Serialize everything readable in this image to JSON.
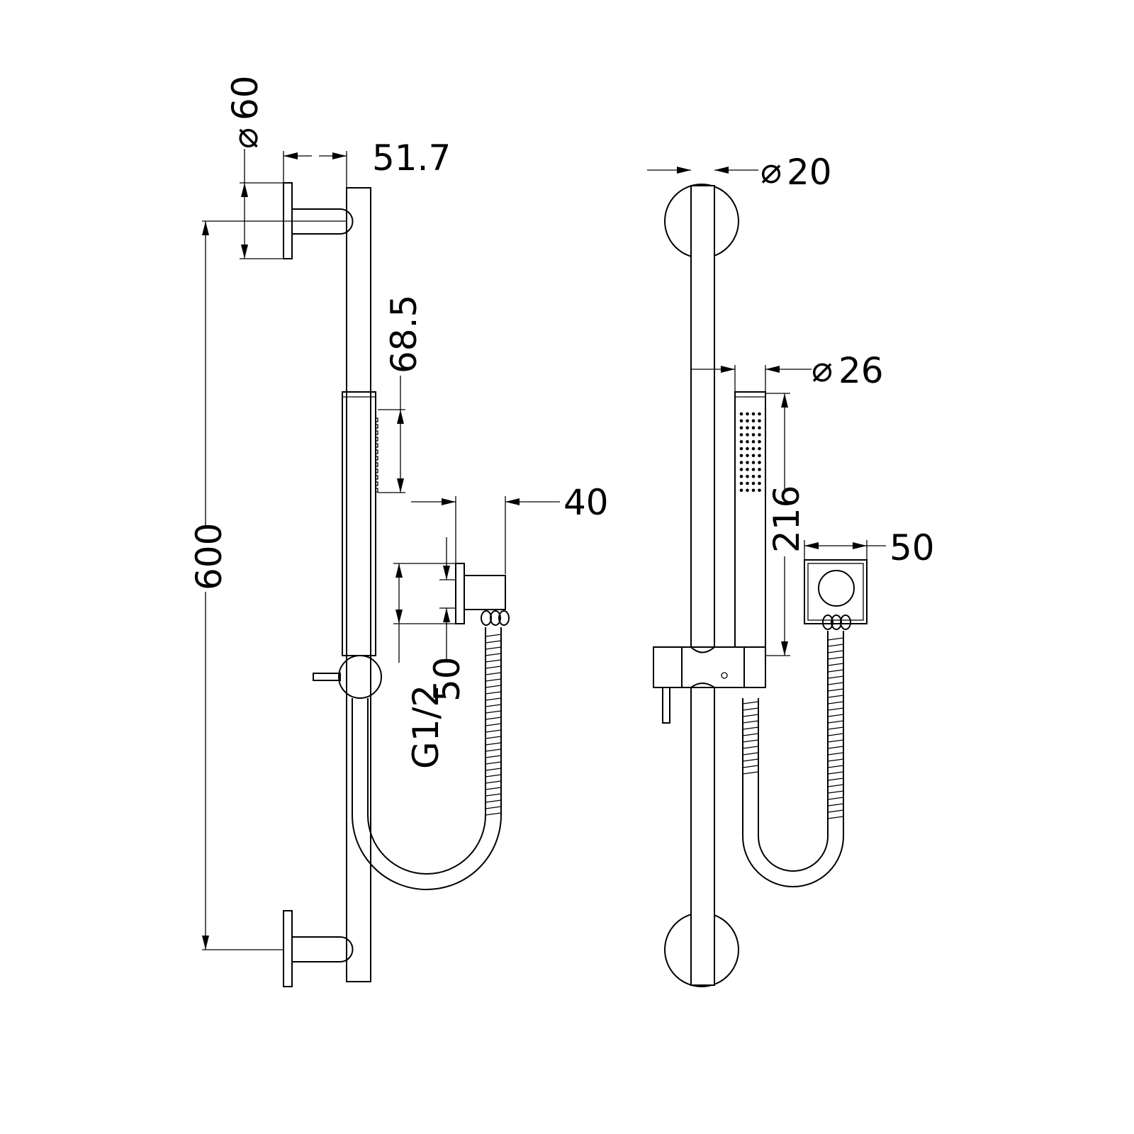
{
  "side_view": {
    "dim_flange_diameter": "60",
    "dim_arm_projection": "51.7",
    "dim_rail_length": "600",
    "dim_spray_face": "68.5",
    "dim_outlet_projection": "40",
    "dim_outlet_flange": "50",
    "thread_size": "G1/2"
  },
  "front_view": {
    "dim_rail_diameter": "20",
    "dim_handset_diameter": "26",
    "dim_handset_length": "216",
    "dim_outlet_width": "50"
  },
  "symbols": {
    "diameter": "⌀"
  },
  "colors": {
    "line": "#000000",
    "background": "#ffffff"
  }
}
